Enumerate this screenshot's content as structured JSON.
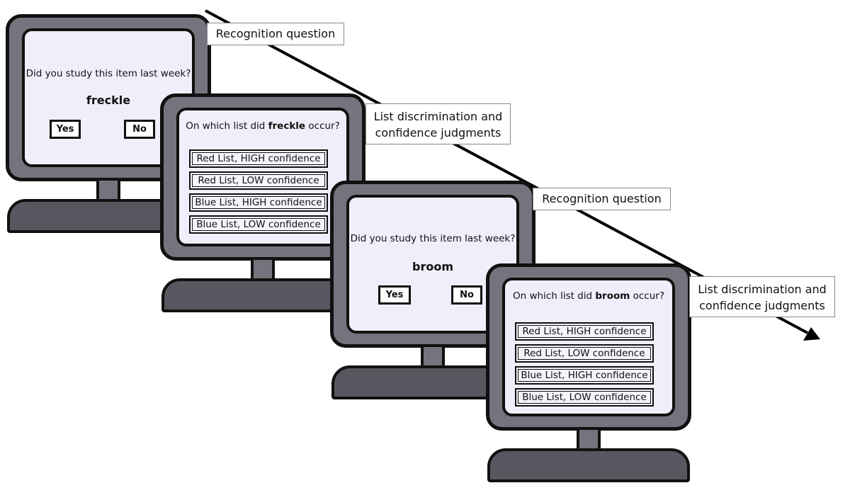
{
  "labels": {
    "recognition_1": "Recognition question",
    "list_disc_1": [
      "List discrimination and",
      "confidence judgments"
    ],
    "recognition_2": "Recognition question",
    "list_disc_2": [
      "List discrimination and",
      "confidence judgments"
    ]
  },
  "screen1": {
    "question": "Did you study this item last week?",
    "word": "freckle",
    "yes": "Yes",
    "no": "No"
  },
  "screen2": {
    "prefix": "On which list did ",
    "word": "freckle",
    "suffix": " occur?",
    "options": [
      "Red List, HIGH confidence",
      "Red List, LOW confidence",
      "Blue List, HIGH confidence",
      "Blue List, LOW confidence"
    ]
  },
  "screen3": {
    "question": "Did you study this item last week?",
    "word": "broom",
    "yes": "Yes",
    "no": "No"
  },
  "screen4": {
    "prefix": "On which list did ",
    "word": "broom",
    "suffix": " occur?",
    "options": [
      "Red List, HIGH confidence",
      "Red List, LOW confidence",
      "Blue List, HIGH confidence",
      "Blue List, LOW confidence"
    ]
  },
  "colors": {
    "bezel": "#76737e",
    "base": "#58565e",
    "screen": "#efeffb",
    "outline": "#111111"
  }
}
